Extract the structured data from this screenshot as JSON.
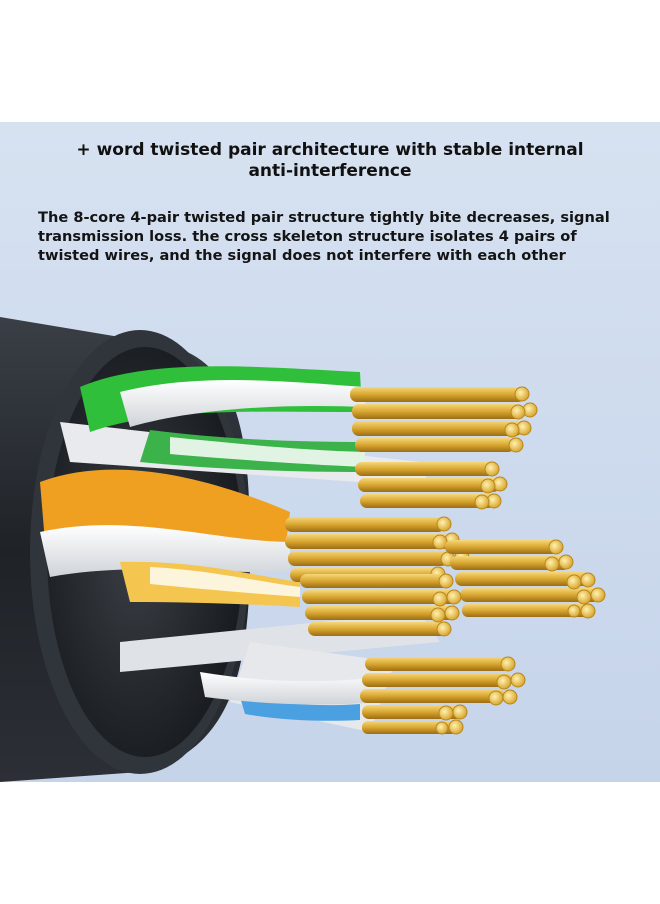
{
  "headline": {
    "line1": "+ word twisted pair architecture with stable internal",
    "line2": "anti-interference"
  },
  "description": {
    "line1": "The 8-core 4-pair twisted pair structure tightly bite decreases, signal",
    "line2": "transmission loss. the cross skeleton structure isolates 4 pairs of",
    "line3": "twisted wires, and the signal does not interfere with each other"
  },
  "colors": {
    "background_top": "#d7e2f1",
    "background_bottom": "#c6d4ea",
    "jacket": "#2a2e33",
    "copper": "#d9a630",
    "green_wire": "#2fbf3a",
    "orange_wire": "#f0a020",
    "white_insulation": "#f4f4f2"
  }
}
